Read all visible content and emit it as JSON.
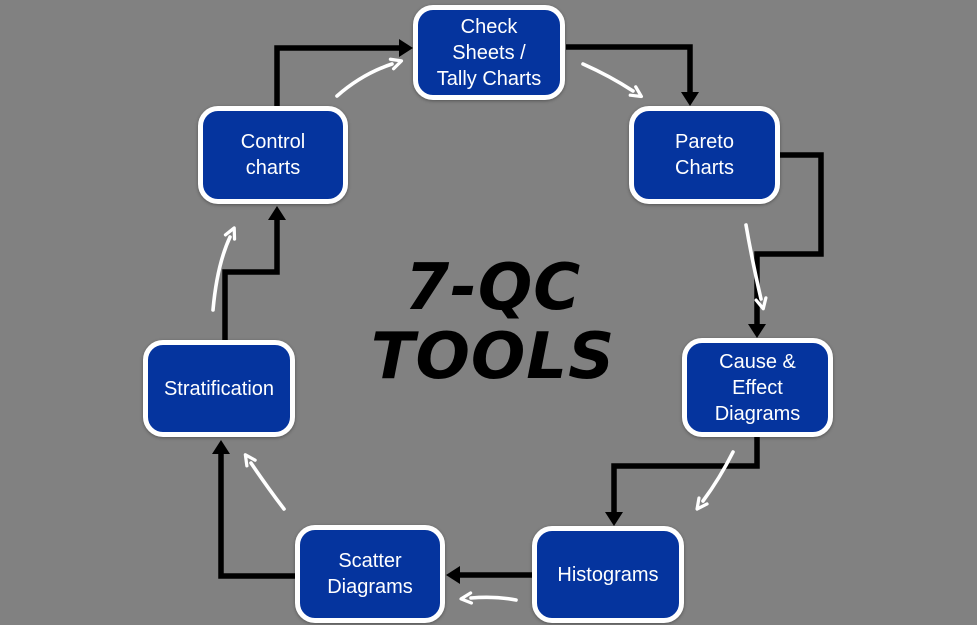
{
  "diagram": {
    "title_line1": "7-QC",
    "title_line2": "TOOLS",
    "nodes": [
      {
        "id": "check-sheets-tally-charts",
        "label": "Check\nSheets /\nTally Charts"
      },
      {
        "id": "pareto-charts",
        "label": "Pareto\nCharts"
      },
      {
        "id": "cause-effect-diagrams",
        "label": "Cause &\nEffect\nDiagrams"
      },
      {
        "id": "histograms",
        "label": "Histograms"
      },
      {
        "id": "scatter-diagrams",
        "label": "Scatter\nDiagrams"
      },
      {
        "id": "stratification",
        "label": "Stratification"
      },
      {
        "id": "control-charts",
        "label": "Control\ncharts"
      }
    ],
    "edges": [
      {
        "from": "check-sheets-tally-charts",
        "to": "pareto-charts"
      },
      {
        "from": "pareto-charts",
        "to": "cause-effect-diagrams"
      },
      {
        "from": "cause-effect-diagrams",
        "to": "histograms"
      },
      {
        "from": "histograms",
        "to": "scatter-diagrams"
      },
      {
        "from": "scatter-diagrams",
        "to": "stratification"
      },
      {
        "from": "stratification",
        "to": "control-charts"
      },
      {
        "from": "control-charts",
        "to": "check-sheets-tally-charts"
      }
    ],
    "colors": {
      "background": "#818181",
      "node_fill": "#05349E",
      "node_border": "#FFFFFF",
      "node_text": "#FFFFFF",
      "connector": "#000000",
      "flow_arrow": "#FFFFFF",
      "title": "#000000"
    }
  }
}
